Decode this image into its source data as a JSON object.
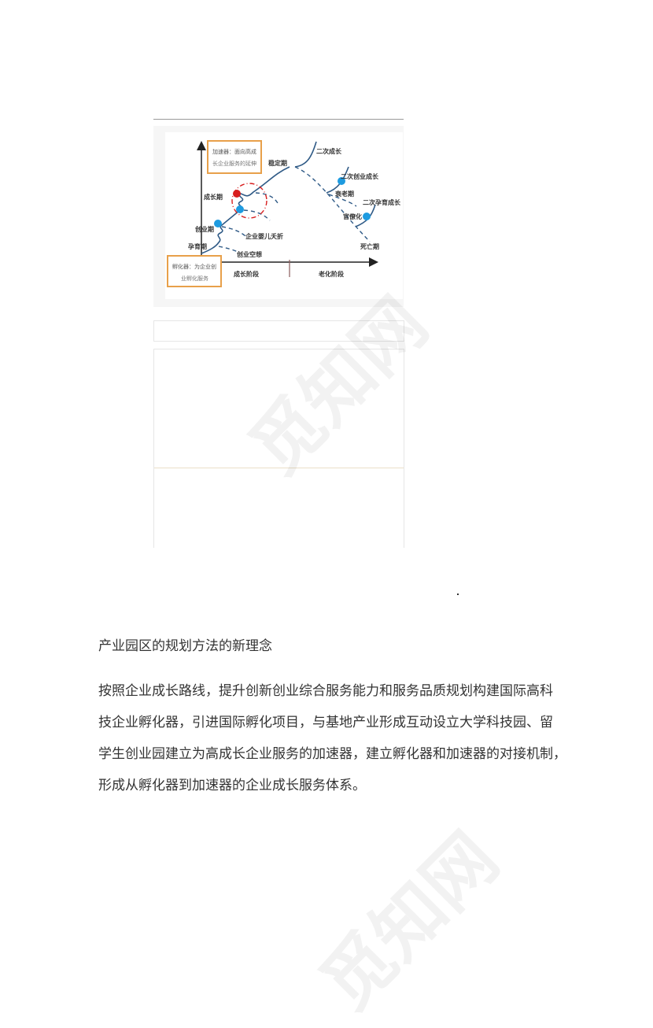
{
  "figure": {
    "accelerator_box": {
      "line1": "加速器：面向高成",
      "line2": "长企业服务的延伸"
    },
    "incubator_box": {
      "line1": "孵化器：为企业创",
      "line2": "业孵化服务"
    },
    "labels": {
      "gestation": "孕育期",
      "startup": "创业期",
      "growth": "成长期",
      "stable": "稳定期",
      "second_growth": "二次成长",
      "second_startup_growth": "二次创业成长",
      "aging": "衰老期",
      "second_gestation_growth": "二次孕育成长",
      "bureaucratization": "官僚化",
      "death": "死亡期",
      "infant_death": "企业婴儿夭折",
      "startup_fantasy": "创业空想",
      "growth_stage": "成长阶段",
      "aging_stage": "老化阶段"
    },
    "colors": {
      "curve": "#2f5a86",
      "dot": "#1e9be0",
      "red_dot": "#d81e1e",
      "box_border": "#e8a04a",
      "divider": "#8a5a5a"
    }
  },
  "heading": "产业园区的规划方法的新理念",
  "paragraph_lines": [
    "按照企业成长路线，提升创新创业综合服务能力和服务品质规划构建国际高科",
    "技企业孵化器，引进国际孵化项目，与基地产业形成互动设立大学科技园、留",
    "学生创业园建立为高成长企业服务的加速器，建立孵化器和加速器的对接机制，",
    "形成从孵化器到加速器的企业成长服务体系。"
  ],
  "watermark": "觅知网"
}
